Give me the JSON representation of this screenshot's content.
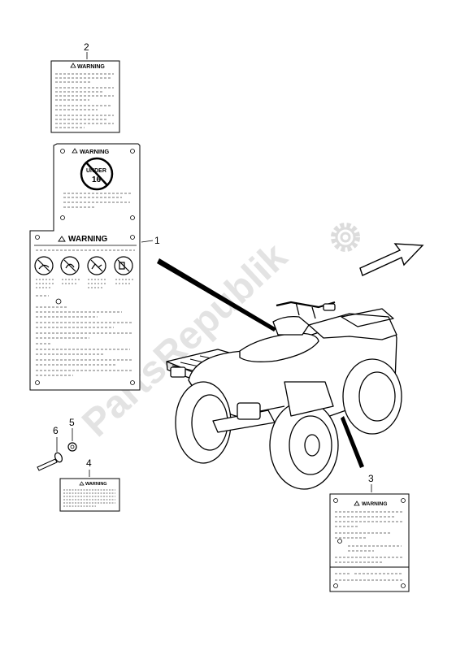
{
  "watermark": {
    "text": "PartsRepublik",
    "icon": "gear-icon"
  },
  "labels": {
    "warning": "WARNING",
    "age_text_1": "UNDER",
    "age_text_2": "16"
  },
  "callouts": [
    "1",
    "2",
    "3",
    "4",
    "5",
    "6"
  ]
}
